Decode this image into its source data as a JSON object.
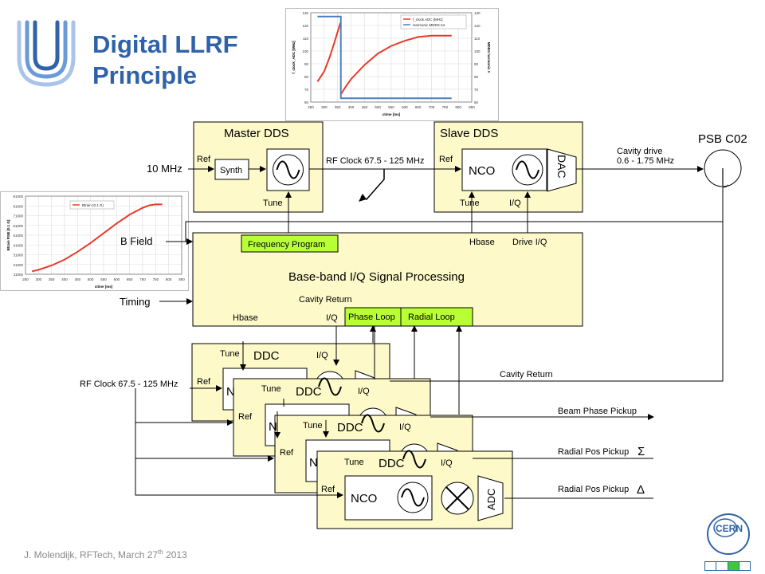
{
  "slide": {
    "title_line1": "Digital LLRF",
    "title_line2": "Principle",
    "footer": "J. Molendijk, RFTech, March 27",
    "footer_sup": "th",
    "footer_year": " 2013",
    "cern_logo": "CERN"
  },
  "diagram": {
    "master_dds": "Master DDS",
    "slave_dds": "Slave DDS",
    "ref": "Ref",
    "synth": "Synth",
    "tune": "Tune",
    "nco": "NCO",
    "dac": "DAC",
    "adc": "ADC",
    "iq": "I/Q",
    "ten_mhz": "10 MHz",
    "rf_clock": "RF Clock 67.5 - 125 MHz",
    "cavity_drive_1": "Cavity drive",
    "cavity_drive_2": "0.6 - 1.75 MHz",
    "psb": "PSB C02",
    "b_field": "B Field",
    "timing": "Timing",
    "freq_program": "Frequency Program",
    "hbase": "Hbase",
    "drive_iq": "Drive I/Q",
    "bb_processing": "Base-band I/Q Signal Processing",
    "cavity_return": "Cavity Return",
    "phase_loop": "Phase Loop",
    "radial_loop": "Radial Loop",
    "ddc": "DDC",
    "beam_phase_pickup": "Beam Phase Pickup",
    "radial_pos_pickup": "Radial Pos Pickup",
    "sigma": "Σ",
    "delta": "Δ"
  },
  "colors": {
    "accent": "#2f62a8",
    "block": "#fdf9c8",
    "green": "#b9ff35",
    "red": "#e83a2a",
    "blue": "#4a7fc1"
  },
  "chart_data": [
    {
      "type": "line",
      "x_ticks": [
        "250",
        "300",
        "350",
        "400",
        "450",
        "500",
        "550",
        "600",
        "650",
        "700",
        "750",
        "800",
        "850"
      ],
      "y_ticks": [
        "60",
        "70",
        "80",
        "90",
        "100",
        "110",
        "120",
        "130"
      ],
      "y2_ticks": [
        "60",
        "70",
        "80",
        "90",
        "100",
        "110",
        "120",
        "130"
      ],
      "xlabel": "ctime [ms]",
      "ylabel": "f_clock_ADC [MHz]",
      "y2label": "MDDS harmonic #",
      "xlim": [
        250,
        850
      ],
      "ylim": [
        60,
        130
      ],
      "series": [
        {
          "name": "f_clock ADC [MHz]",
          "color": "#e83a2a",
          "x": [
            275,
            300,
            320,
            340,
            360,
            362,
            380,
            400,
            450,
            500,
            550,
            600,
            650,
            700,
            750,
            775
          ],
          "y": [
            76,
            84,
            95,
            108,
            122,
            66,
            72,
            78,
            89,
            98,
            104,
            108,
            111,
            112,
            112,
            112
          ]
        },
        {
          "name": "Harmonic MDDS tot",
          "color": "#4a7fc1",
          "x": [
            275,
            362,
            362,
            775
          ],
          "y": [
            127,
            127,
            63,
            63
          ]
        }
      ],
      "legend": "top-right"
    },
    {
      "type": "line",
      "x_ticks": [
        "250",
        "300",
        "350",
        "400",
        "450",
        "500",
        "550",
        "600",
        "650",
        "700",
        "750",
        "800",
        "850"
      ],
      "y_ticks": [
        "11000",
        "21000",
        "31000",
        "41000",
        "51000",
        "61000",
        "71000",
        "81000",
        "91000"
      ],
      "xlabel": "ctime [ms]",
      "ylabel": "Btrain PSB [0.1 G]",
      "xlim": [
        250,
        850
      ],
      "ylim": [
        11000,
        91000
      ],
      "series": [
        {
          "name": "Btrain (0.1 G)",
          "color": "#e83a2a",
          "x": [
            275,
            300,
            350,
            400,
            450,
            500,
            550,
            600,
            650,
            700,
            725,
            750,
            775
          ],
          "y": [
            14000,
            15500,
            20000,
            26000,
            34000,
            43000,
            53000,
            63000,
            72000,
            79000,
            81500,
            82500,
            82500
          ]
        }
      ],
      "legend": "top-right"
    }
  ]
}
